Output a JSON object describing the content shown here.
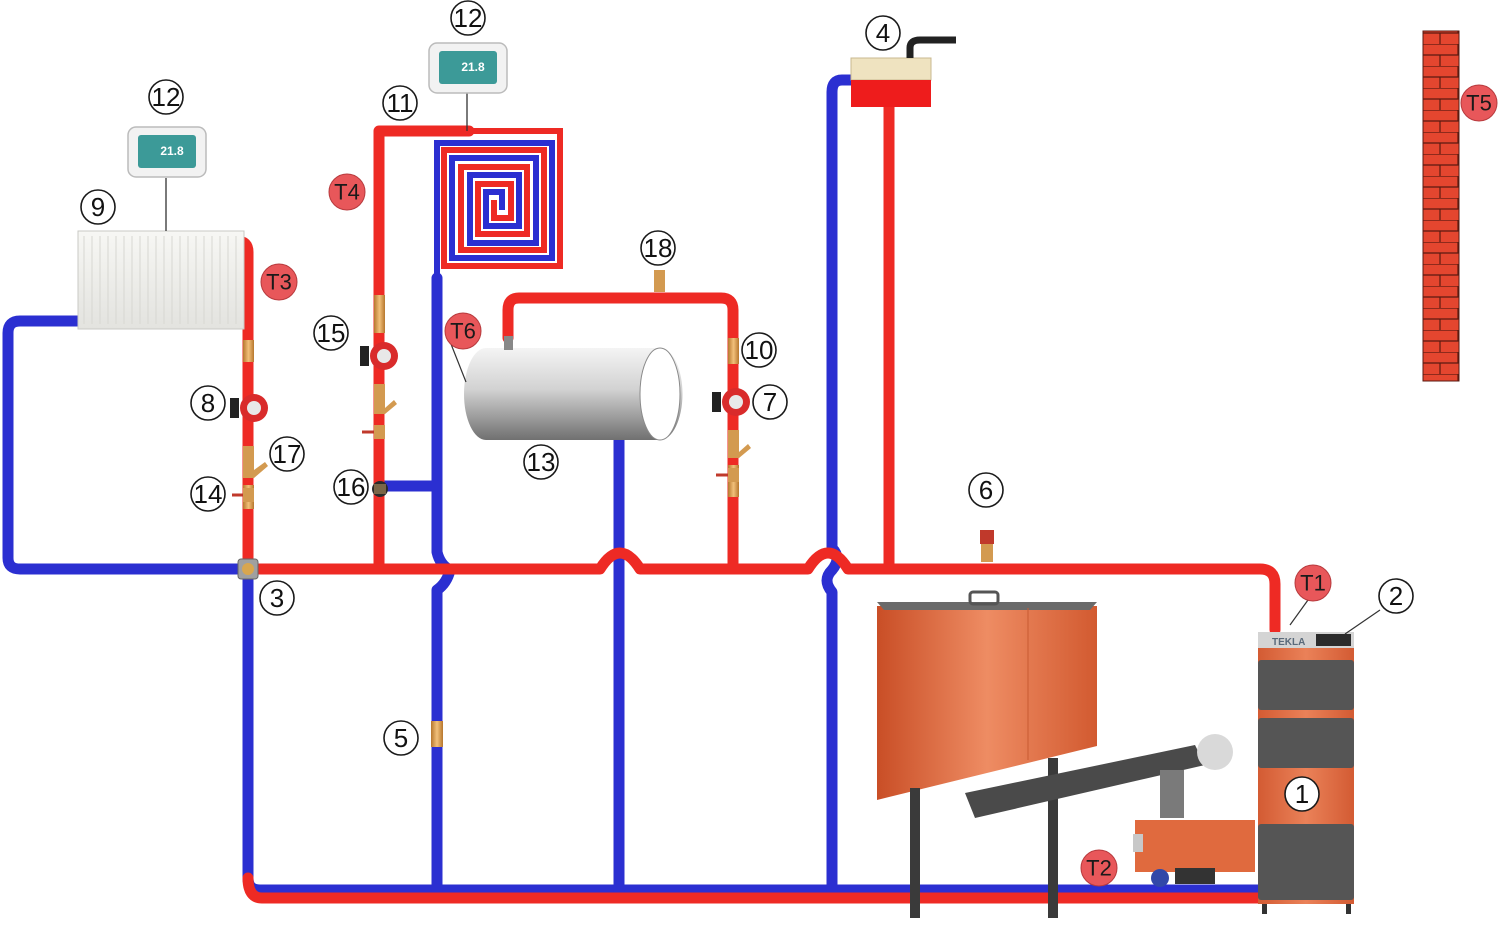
{
  "labels": {
    "boiler": "1",
    "controller": "2",
    "mixing_valve": "3",
    "expansion_tank": "4",
    "check_valve": "5",
    "safety_valve": "6",
    "pump_dhw": "7",
    "pump_radiator": "8",
    "radiator": "9",
    "fitting_dhw": "10",
    "floor_heating": "11",
    "thermostat_floor": "12",
    "thermostat_radiator": "12",
    "dhw_tank": "13",
    "ball_valve_radiator": "14",
    "pump_floor": "15",
    "mixing_valve_floor": "16",
    "filter": "17",
    "air_vent": "18"
  },
  "sensors": {
    "t1": "T1",
    "t2": "T2",
    "t3": "T3",
    "t4": "T4",
    "t5": "T5",
    "t6": "T6"
  },
  "thermostat_display": "21.8",
  "boiler_brand": "TEKLA",
  "colors": {
    "supply": "#ee2a24",
    "return": "#2b2fd1",
    "boiler_body": "#e06a3e",
    "sensor": "#e8575a",
    "brick": "#e4462f"
  }
}
